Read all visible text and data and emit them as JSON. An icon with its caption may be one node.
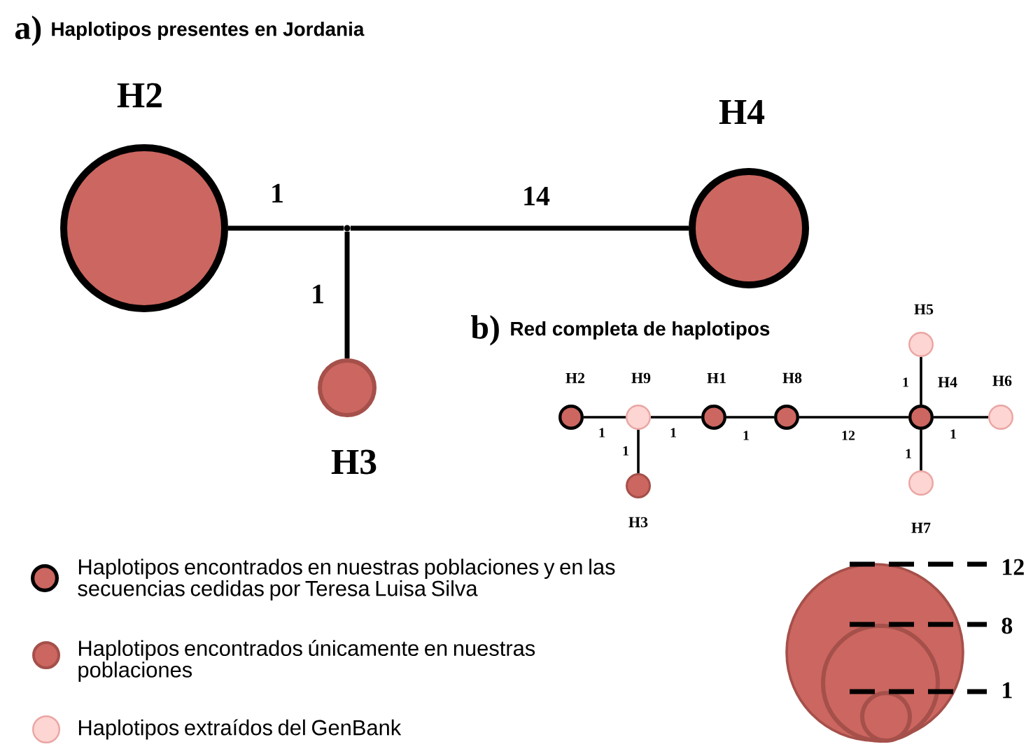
{
  "diagram": {
    "nodes": [
      {
        "text": [
          "H2"
        ]
      },
      {
        "text": [
          "H4"
        ]
      },
      {
        "text": [],
        "shape": "point"
      },
      {
        "text": [
          "H3"
        ]
      },
      {
        "text": [
          "H2"
        ]
      },
      {
        "text": [
          "H9"
        ]
      },
      {
        "text": [
          "H1"
        ]
      },
      {
        "text": [
          "H8"
        ]
      },
      {
        "text": [
          "H4"
        ]
      },
      {
        "text": [
          "H5"
        ]
      },
      {
        "text": [
          "H6"
        ]
      },
      {
        "text": [
          "H7"
        ]
      },
      {
        "text": [
          "H3"
        ]
      }
    ],
    "edges": [
      {
        "from": 0,
        "to": 2,
        "arrow": "none",
        "label": "1",
        "style": "thick"
      },
      {
        "from": 2,
        "to": 1,
        "arrow": "none",
        "label": "14",
        "style": "thick"
      },
      {
        "from": 2,
        "to": 3,
        "arrow": "none",
        "label": "1",
        "style": "thick"
      },
      {
        "from": 4,
        "to": 5,
        "arrow": "none",
        "label": "1"
      },
      {
        "from": 5,
        "to": 6,
        "arrow": "none",
        "label": "1"
      },
      {
        "from": 6,
        "to": 7,
        "arrow": "none",
        "label": "1"
      },
      {
        "from": 7,
        "to": 8,
        "arrow": "none",
        "label": "12"
      },
      {
        "from": 8,
        "to": 9,
        "arrow": "none",
        "label": "1"
      },
      {
        "from": 8,
        "to": 10,
        "arrow": "none",
        "label": "1"
      },
      {
        "from": 8,
        "to": 11,
        "arrow": "none",
        "label": "1"
      },
      {
        "from": 5,
        "to": 12,
        "arrow": "none",
        "label": "1"
      }
    ],
    "labels": [
      "a)",
      "Haplotipos presentes en Jordania",
      "b)",
      "Red completa de haplotipos",
      "12",
      "8",
      "1"
    ],
    "legend": [
      {
        "text": "Haplotipos encontrados en nuestras poblaciones y en las secuencias cedidas por Teresa Luisa Silva",
        "color": "#cc6660"
      },
      {
        "text": "Haplotipos encontrados únicamente en nuestras poblaciones",
        "color": "#cc6660"
      },
      {
        "text": "Haplotipos extraídos del GenBank",
        "color": "#fdd5d2"
      }
    ]
  }
}
